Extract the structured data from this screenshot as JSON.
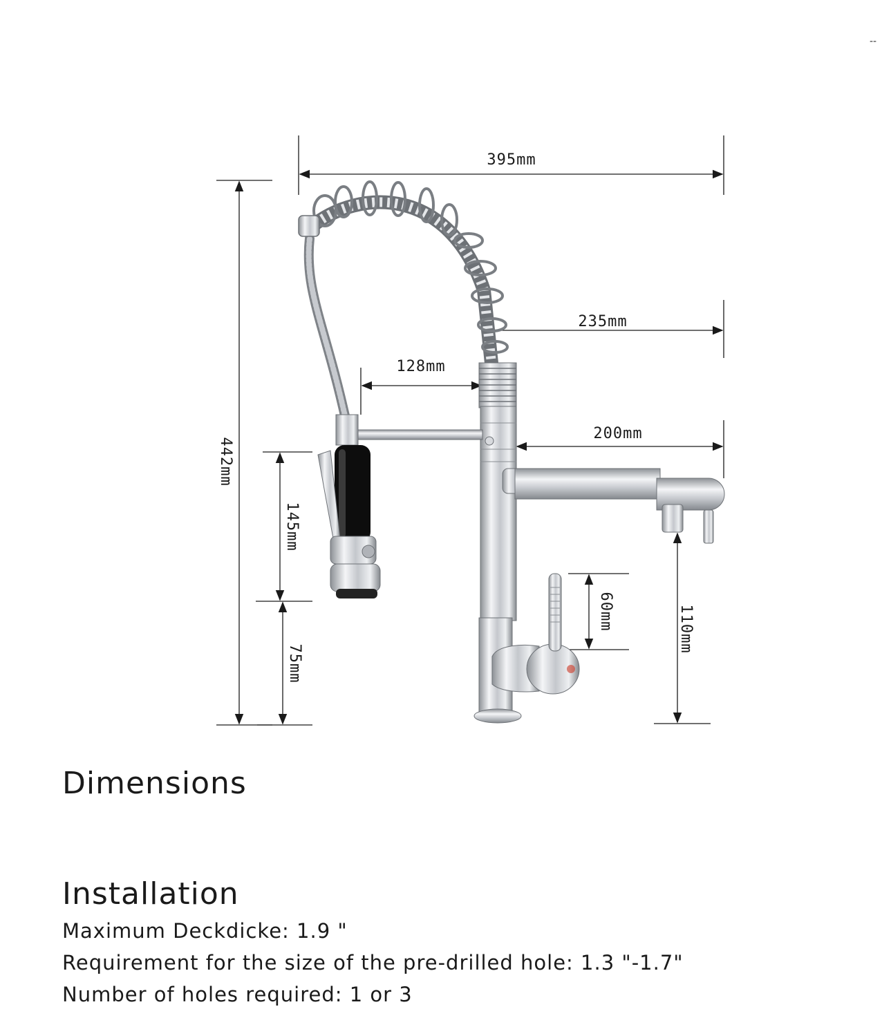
{
  "corner_mark": "--",
  "dimensions": {
    "width_total": "395mm",
    "height_total": "442mm",
    "spout_reach": "235mm",
    "holder_reach": "128mm",
    "spout_arm": "200mm",
    "sprayer_height": "145mm",
    "sprayer_clearance": "75mm",
    "handle_height": "60mm",
    "spout_clearance": "110mm"
  },
  "section_dimensions": {
    "title": "Dimensions"
  },
  "section_installation": {
    "title": "Installation",
    "specs": [
      "Maximum Deckdicke: 1.9 \"",
      "Requirement for the size of the pre-drilled hole: 1.3 \"-1.7\"",
      "Number of holes required: 1 or 3"
    ]
  },
  "colors": {
    "chrome": "#c9ccd1",
    "line": "#1a1a1a",
    "sprayer_black": "#0d0d0d"
  }
}
